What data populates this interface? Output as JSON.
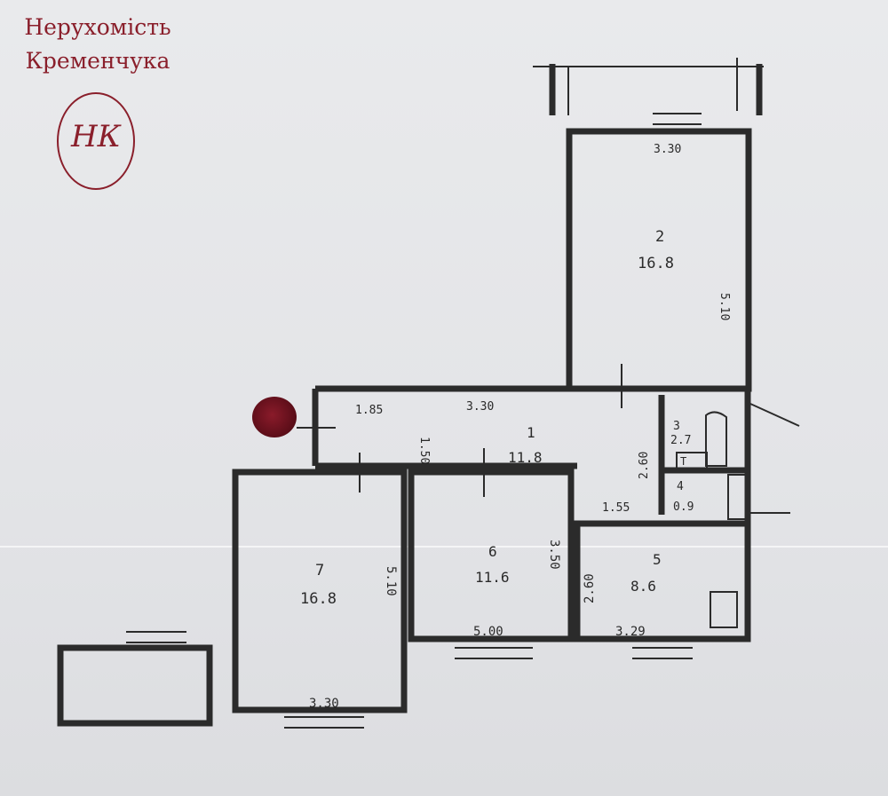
{
  "brand": {
    "line1": "Нерухомість",
    "line2": "Кременчука",
    "logo_letters": "НК",
    "color": "#8a1f2b"
  },
  "plan": {
    "line_color": "#2b2b2b",
    "rooms": [
      {
        "id": "1",
        "number": "1",
        "area": "11.8"
      },
      {
        "id": "2",
        "number": "2",
        "area": "16.8"
      },
      {
        "id": "3",
        "number": "3",
        "area": "2.7"
      },
      {
        "id": "4",
        "number": "4",
        "area": "0.9"
      },
      {
        "id": "5",
        "number": "5",
        "area": "8.6"
      },
      {
        "id": "6",
        "number": "6",
        "area": "11.6"
      },
      {
        "id": "7",
        "number": "7",
        "area": "16.8"
      }
    ],
    "dimensions": {
      "room2_top": "3.30",
      "room2_side": "5.10",
      "corridor_left": "1.85",
      "corridor_vertical": "1.50",
      "corridor_top": "3.30",
      "bath_side": "2.60",
      "toilet_width": "1.55",
      "room7_side": "5.10",
      "room7_bottom": "3.30",
      "room6_side": "3.50",
      "room6_bottom": "5.00",
      "room5_side": "2.60",
      "room5_bottom": "3.29"
    },
    "fixture": "T"
  }
}
